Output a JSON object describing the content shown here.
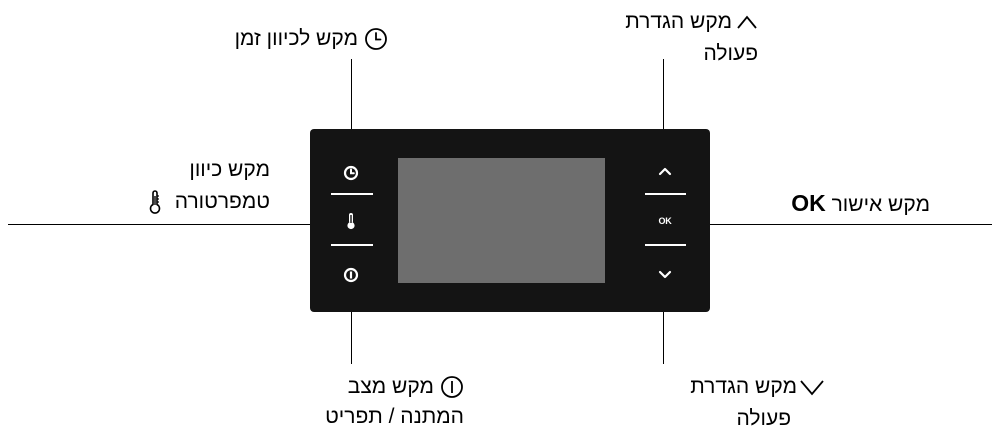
{
  "labels": {
    "timer": "מקש לכיוון זמן",
    "temperature_line1": "מקש כיוון",
    "temperature_line2": "טמפרטורה",
    "power_line1": "מקש מצב",
    "power_line2": "המתנה / תפריט",
    "up_line1": "מקש הגדרת",
    "up_line2": "פעולה",
    "ok_prefix": "מקש אישור",
    "ok_bold": "OK",
    "down_line1": "מקש הגדרת",
    "down_line2": "פעולה"
  },
  "panel": {
    "ok_button_text": "OK"
  },
  "colors": {
    "panel": "#141414",
    "screen": "#6e6e6e",
    "icons": "#ffffff",
    "lines": "#000000"
  },
  "icons": {
    "timer": "clock-icon",
    "temperature": "thermometer-icon",
    "power": "power-icon",
    "up": "chevron-up-icon",
    "down": "chevron-down-icon"
  }
}
